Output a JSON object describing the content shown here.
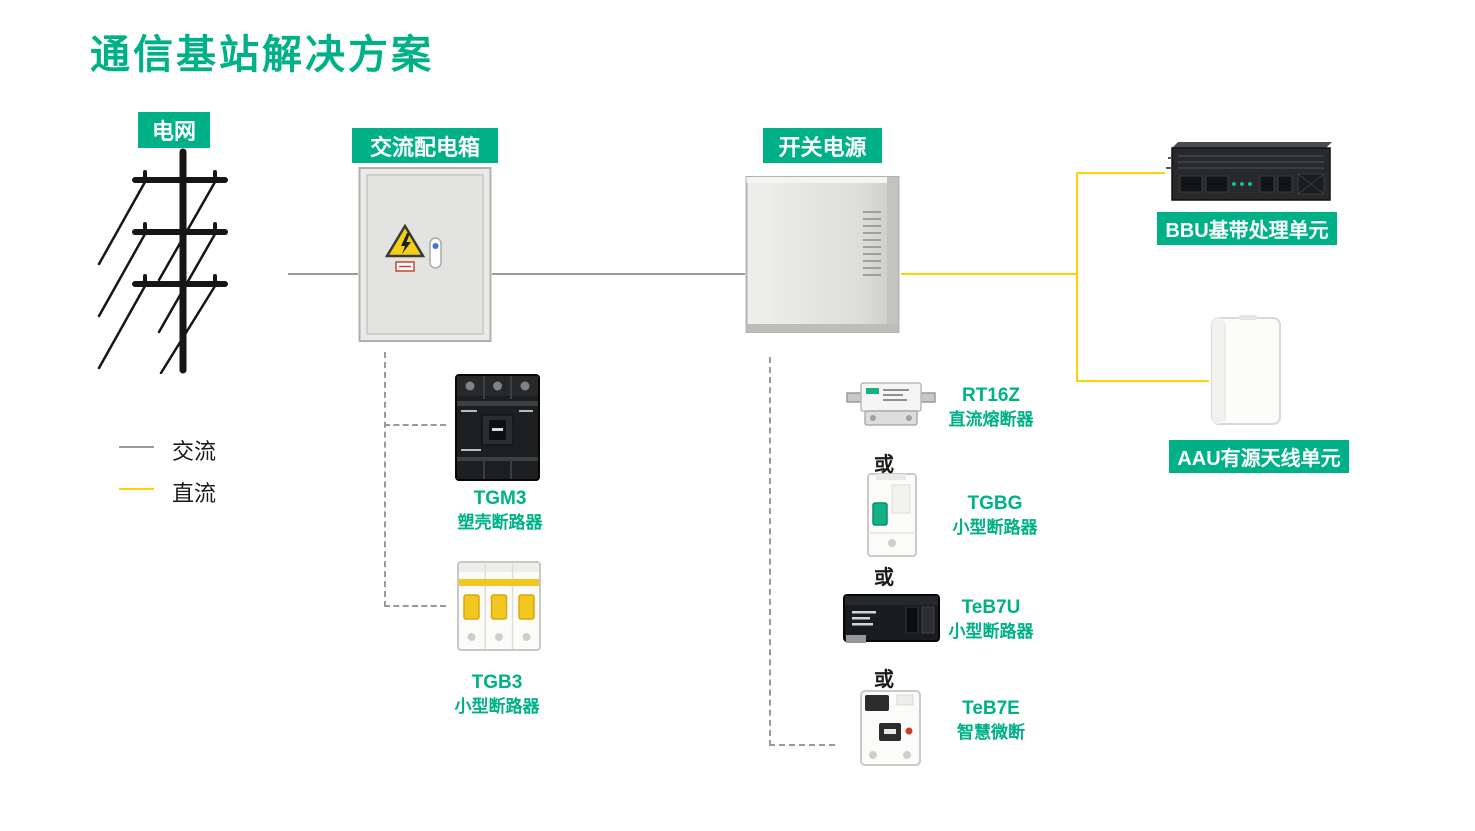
{
  "title": "通信基站解决方案",
  "colors": {
    "green": "#00B188",
    "yellow": "#FFD200",
    "gray": "#9A9A9A"
  },
  "tags": {
    "grid": "电网",
    "ac_box": "交流配电箱",
    "power": "开关电源",
    "bbu": "BBU基带处理单元",
    "aau": "AAU有源天线单元"
  },
  "legend": {
    "ac": "交流",
    "dc": "直流"
  },
  "or_label": "或",
  "products": {
    "tgm3": {
      "name": "TGM3",
      "desc": "塑壳断路器"
    },
    "tgb3": {
      "name": "TGB3",
      "desc": "小型断路器"
    },
    "rt16z": {
      "name": "RT16Z",
      "desc": "直流熔断器"
    },
    "tgbg": {
      "name": "TGBG",
      "desc": "小型断路器"
    },
    "teb7u": {
      "name": "TeB7U",
      "desc": "小型断路器"
    },
    "teb7e": {
      "name": "TeB7E",
      "desc": "智慧微断"
    }
  }
}
